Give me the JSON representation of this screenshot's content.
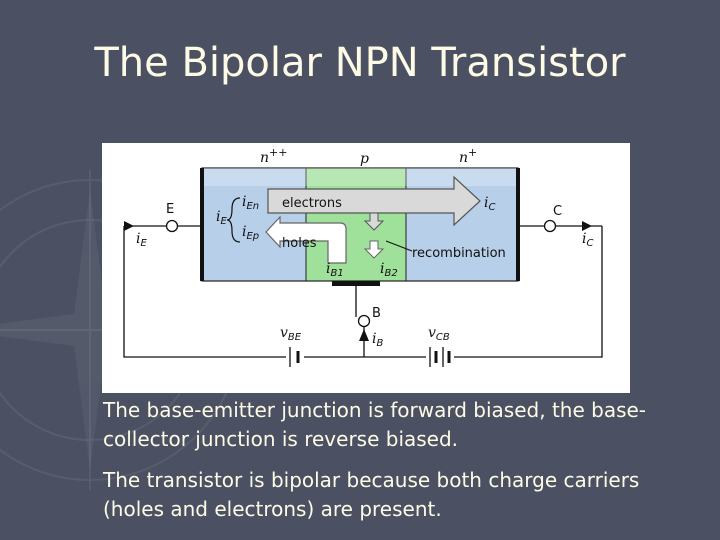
{
  "slide": {
    "title": "The Bipolar NPN Transistor",
    "paragraph1": "The base-emitter junction is forward biased, the base-collector junction is reverse biased.",
    "paragraph2": "The transistor is bipolar because both charge carriers (holes and electrons) are present."
  },
  "diagram": {
    "region_emitter": "n",
    "region_emitter_sup": "++",
    "region_base": "p",
    "region_collector": "n",
    "region_collector_sup": "+",
    "terminal_emitter": "E",
    "terminal_collector": "C",
    "terminal_base": "B",
    "i": "i",
    "sub_E": "E",
    "sub_C": "C",
    "sub_B": "B",
    "sub_En": "En",
    "sub_Ep": "Ep",
    "sub_B1": "B1",
    "sub_B2": "B2",
    "v": "v",
    "sub_BE": "BE",
    "sub_CB": "CB",
    "electrons_label": "electrons",
    "holes_label": "holes",
    "recombination_label": "recombination",
    "colors": {
      "emitter": "#b7cfe8",
      "base": "#9fe09a",
      "collector": "#b7cfe8",
      "arrow_fill": "#d9d9d9",
      "background": "#4b5162",
      "text": "#fdfbe6"
    }
  }
}
